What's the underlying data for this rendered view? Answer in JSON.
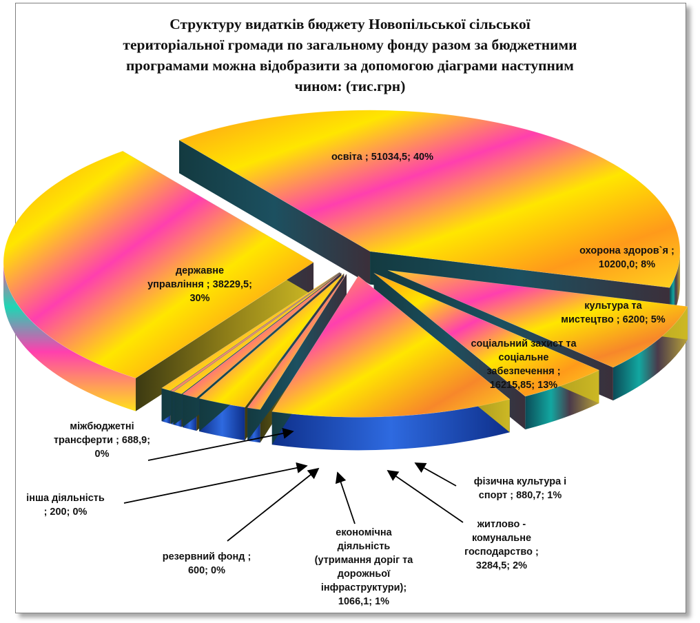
{
  "chart_data": {
    "type": "pie",
    "title_lines": [
      "Структуру  видатків бюджету Новопільської сільської",
      "територіальної громади по загальному фонду разом за бюджетними",
      "програмами можна відобразити за допомогою діаграми наступним",
      "чином: (тис.грн)"
    ],
    "slices": [
      {
        "name": "освіта",
        "value": 51034.5,
        "percent": 40,
        "label_lines": [
          "освіта ; 51034,5; 40%"
        ]
      },
      {
        "name": "охорона здоров`я",
        "value": 10200.0,
        "percent": 8,
        "label_lines": [
          "охорона здоров`я ;",
          "10200,0; 8%"
        ]
      },
      {
        "name": "культура та мистецтво",
        "value": 6200,
        "percent": 5,
        "label_lines": [
          "культура та",
          "мистецтво ; 6200; 5%"
        ]
      },
      {
        "name": "соціальний захист та соціальне забезпечення",
        "value": 16215.85,
        "percent": 13,
        "label_lines": [
          "соціальний захист та",
          "соціальне",
          "забезпечення ;",
          "16215,85; 13%"
        ]
      },
      {
        "name": "фізична культура і спорт",
        "value": 880.7,
        "percent": 1,
        "label_lines": [
          "фізична культура і",
          "спорт ; 880,7; 1%"
        ]
      },
      {
        "name": "житлово - комунальне господарство",
        "value": 3284.5,
        "percent": 2,
        "label_lines": [
          "житлово -",
          "комунальне",
          "господарство ;",
          "3284,5; 2%"
        ]
      },
      {
        "name": "економічна діяльність (утримання доріг та дорожньої інфраструктури)",
        "value": 1066.1,
        "percent": 1,
        "label_lines": [
          "економічна",
          "діяльність",
          "(утримання доріг та",
          "дорожньої",
          "інфраструктури);",
          "1066,1; 1%"
        ]
      },
      {
        "name": "резервний фонд",
        "value": 600,
        "percent": 0,
        "label_lines": [
          "резервний фонд ;",
          "600; 0%"
        ]
      },
      {
        "name": "інша діяльність",
        "value": 200,
        "percent": 0,
        "label_lines": [
          "інша діяльність",
          "; 200; 0%"
        ]
      },
      {
        "name": "міжбюджетні трансферти",
        "value": 688.9,
        "percent": 0,
        "label_lines": [
          "міжбюджетні",
          "трансферти ; 688,9;",
          "0%"
        ]
      },
      {
        "name": "державне управління",
        "value": 38229.5,
        "percent": 30,
        "label_lines": [
          "державне",
          "управління ; 38229,5;",
          "30%"
        ]
      }
    ]
  }
}
